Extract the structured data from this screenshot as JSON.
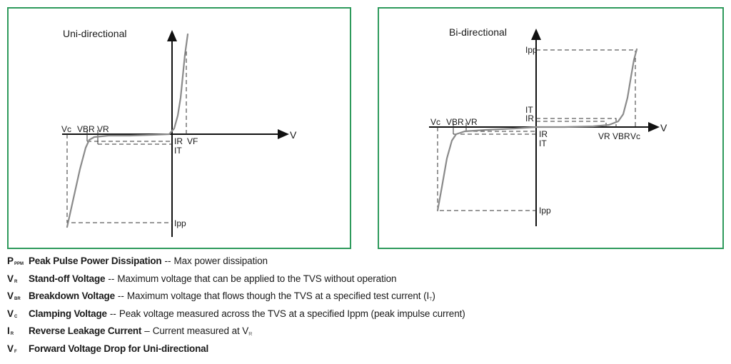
{
  "uni": {
    "title": "Uni-directional",
    "labels": {
      "vc": "Vc",
      "vbr": "VBR",
      "vr": "VR",
      "v_axis": "V",
      "ir": "IR",
      "it": "IT",
      "vf": "VF",
      "ipp": "Ipp"
    }
  },
  "bi": {
    "title": "Bi-directional",
    "labels": {
      "ipp_top": "Ipp",
      "it_top": "IT",
      "ir_top": "IR",
      "vc_left": "Vc",
      "vbr_left": "VBR",
      "vr_left": "VR",
      "v_axis": "V",
      "ir_bottom": "IR",
      "it_bottom": "IT",
      "vr_right": "VR",
      "vbr_right": "VBR",
      "vc_right": "Vc",
      "ipp_bottom": "Ipp"
    }
  },
  "legend": [
    {
      "symbol": "P",
      "sub": "PPM",
      "name": "Peak Pulse Power Dissipation",
      "sep": "--",
      "desc": "Max power dissipation",
      "desc_sub": ""
    },
    {
      "symbol": "V",
      "sub": "R",
      "name": "Stand-off Voltage",
      "sep": "--",
      "desc": "Maximum voltage that can be applied to the TVS without operation",
      "desc_sub": ""
    },
    {
      "symbol": "V",
      "sub": "BR",
      "name": "Breakdown Voltage",
      "sep": "--",
      "desc": " Maximum voltage that flows though the TVS at a specified test current (I",
      "desc_sub": "T",
      "desc_end": ")"
    },
    {
      "symbol": "V",
      "sub": "C",
      "name": "Clamping Voltage",
      "sep": "--",
      "desc": "Peak voltage measured across the TVS at a specified Ippm (peak impulse current)",
      "desc_sub": ""
    },
    {
      "symbol": "I",
      "sub": "R",
      "name": "Reverse Leakage Current",
      "sep": "–",
      "desc": "Current measured at V",
      "desc_sub": "R"
    },
    {
      "symbol": "V",
      "sub": "F",
      "name": "Forward Voltage Drop for Uni-directional",
      "sep": "",
      "desc": "",
      "desc_sub": ""
    }
  ]
}
